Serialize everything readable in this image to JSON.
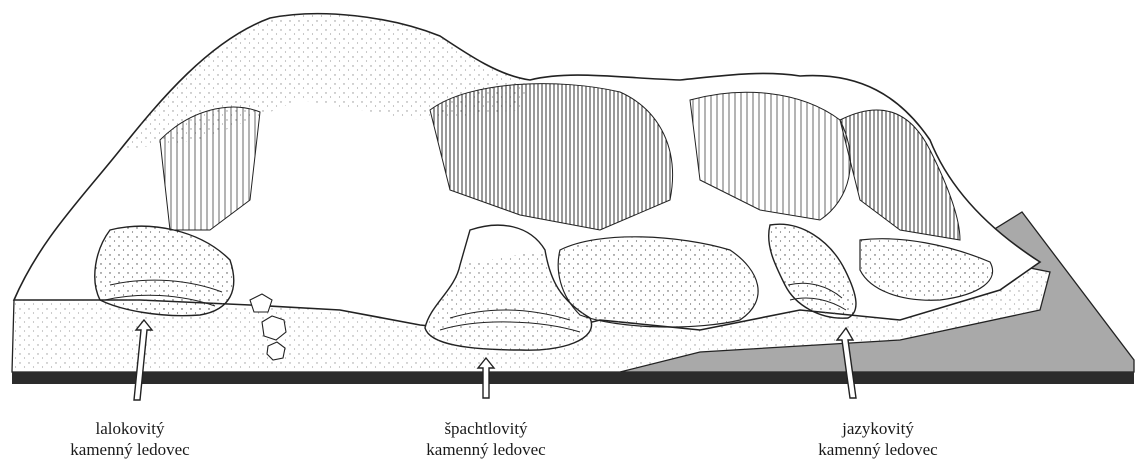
{
  "colors": {
    "ink": "#222222",
    "ground_band": "#2b2b2b",
    "shadow_plane": "#a9a9a9",
    "background": "#ffffff"
  },
  "labels": [
    {
      "line1": "lalokovitý",
      "line2": "kamenný ledovec"
    },
    {
      "line1": "špachtlovitý",
      "line2": "kamenný ledovec"
    },
    {
      "line1": "jazykovitý",
      "line2": "kamenný ledovec"
    }
  ]
}
